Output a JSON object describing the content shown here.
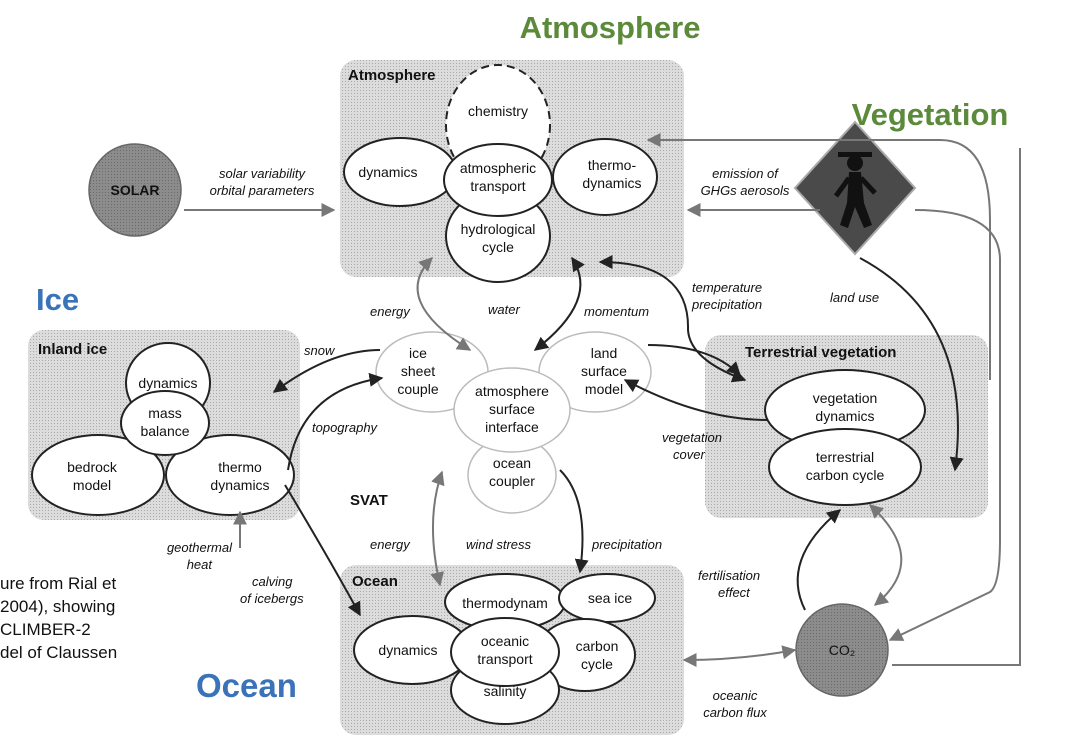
{
  "labels": {
    "atmosphere_big": "Atmosphere",
    "vegetation_big": "Vegetation",
    "ice_big": "Ice",
    "ocean_big": "Ocean",
    "atmosphere_box": "Atmosphere",
    "inland_ice_box": "Inland ice",
    "terrestrial_box": "Terrestrial vegetation",
    "ocean_box": "Ocean",
    "solar": "SOLAR",
    "co2": "CO₂",
    "svat": "SVAT"
  },
  "atmosphere": {
    "chemistry": "chemistry",
    "dynamics": "dynamics",
    "transport1": "atmospheric",
    "transport2": "transport",
    "thermo1": "thermo-",
    "thermo2": "dynamics",
    "hydro1": "hydrological",
    "hydro2": "cycle"
  },
  "ice": {
    "dynamics": "dynamics",
    "mass1": "mass",
    "mass2": "balance",
    "bedrock1": "bedrock",
    "bedrock2": "model",
    "thermo1": "thermo",
    "thermo2": "dynamics"
  },
  "svat": {
    "ice1": "ice",
    "ice2": "sheet",
    "ice3": "couple",
    "land1": "land",
    "land2": "surface",
    "land3": "model",
    "core1": "atmosphere",
    "core2": "surface",
    "core3": "interface",
    "ocean1": "ocean",
    "ocean2": "coupler"
  },
  "vegetation": {
    "veg1": "vegetation",
    "veg2": "dynamics",
    "carbon1": "terrestrial",
    "carbon2": "carbon cycle"
  },
  "ocean": {
    "thermo": "thermodynam",
    "seaice": "sea ice",
    "dynamics": "dynamics",
    "transport1": "oceanic",
    "transport2": "transport",
    "carbon1": "carbon",
    "carbon2": "cycle",
    "salinity": "salinity"
  },
  "flows": {
    "solar1": "solar variability",
    "solar2": "orbital parameters",
    "ghg1": "emission of",
    "ghg2": "GHGs aerosols",
    "energy_top": "energy",
    "water": "water",
    "momentum": "momentum",
    "temp1": "temperature",
    "temp2": "precipitation",
    "land_use": "land use",
    "snow": "snow",
    "topography": "topography",
    "vegcover1": "vegetation",
    "vegcover2": "cover",
    "geo1": "geothermal",
    "geo2": "heat",
    "calving1": "calving",
    "calving2": "of icebergs",
    "energy_bottom": "energy",
    "wind": "wind stress",
    "precip": "precipitation",
    "fert1": "fertilisation",
    "fert2": "effect",
    "flux1": "oceanic",
    "flux2": "carbon flux"
  },
  "caption": [
    "ure from Rial et",
    "2004), showing",
    "CLIMBER-2",
    "del of Claussen"
  ],
  "colors": {
    "blue_label": "#3a73b8",
    "green_label": "#5a8a3a",
    "box_fill": "#d2d2d2",
    "circle_fill": "#888888"
  }
}
